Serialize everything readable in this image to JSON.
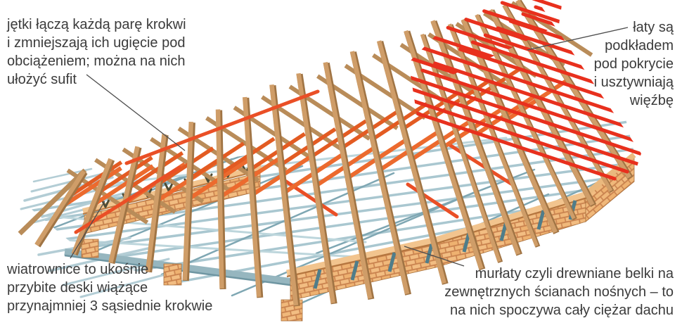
{
  "diagram": {
    "type": "roof-truss-structure-3d",
    "language": "pl",
    "components": [
      {
        "id": "jetki",
        "name": "jętki (collar beams)",
        "color": "#ec6a2e"
      },
      {
        "id": "laty",
        "name": "łaty (roof battens)",
        "color": "#e8301d"
      },
      {
        "id": "wiatrownice",
        "name": "wiatrownice (wind braces)",
        "color": "#ea4f26"
      },
      {
        "id": "murlaty",
        "name": "murłaty (wall plates)",
        "color": "#f2c48e"
      },
      {
        "id": "krokwie",
        "name": "krokwie (rafters)",
        "color": "#cf9d68"
      }
    ]
  },
  "labels": {
    "jetki": {
      "lines": [
        "jętki łączą każdą parę krokwi",
        "i zmniejszają ich ugięcie pod",
        "obciążeniem; można na nich",
        "ułożyć sufit"
      ]
    },
    "laty": {
      "lines": [
        "łaty są",
        "podkładem",
        "pod pokrycie",
        "i usztywniają",
        "więźbę"
      ]
    },
    "wiatrownice": {
      "lines": [
        "wiatrownice to ukośnie",
        "przybite deski wiążące",
        "przynajmniej 3 sąsiednie krokwie"
      ]
    },
    "murlaty": {
      "lines": [
        "murłaty czyli drewniane belki na",
        "zewnętrznych ścianach nośnych – to",
        "na nich spoczywa cały ciężar dachu"
      ]
    }
  },
  "colors": {
    "background": "#ffffff",
    "text": "#3b3b3b",
    "leader_line": "#4d4d4d",
    "rafter_wood": "#cf9d68",
    "rafter_wood_shadow": "#a07444",
    "far_rafter_wood": "#b98c59",
    "collar_beam_orange": "#ec6a2e",
    "batten_red": "#e8301d",
    "wind_brace_orange": "#ea4f26",
    "wind_brace_blue": "#a9c7d0",
    "wind_brace_blue_dark": "#7fa7b3",
    "brick": "#f2bd82",
    "brick_mortar": "#c9824e",
    "wall_plate_beam": "#f2c48e"
  }
}
